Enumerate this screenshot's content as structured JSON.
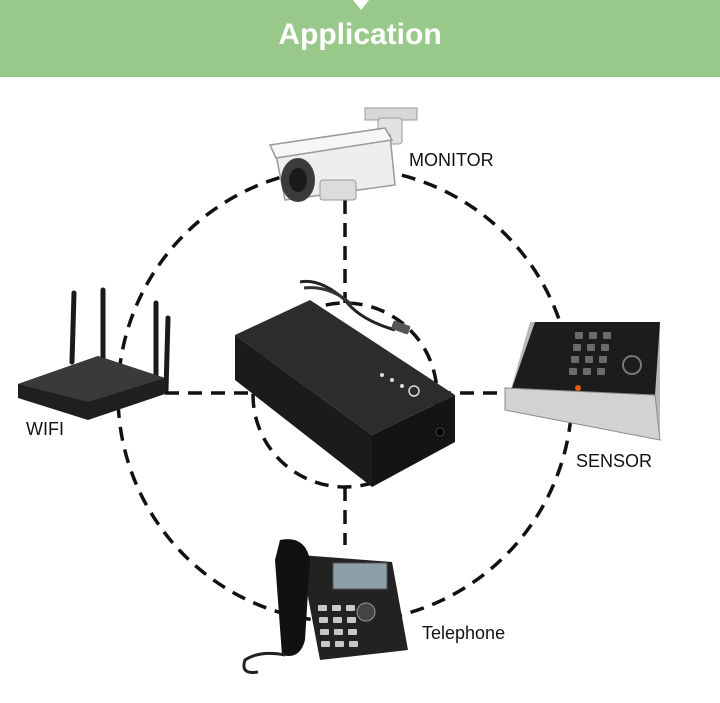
{
  "header": {
    "title": "Application"
  },
  "colors": {
    "header_bg": "#98c98b",
    "line": "#111111"
  },
  "devices": {
    "camera": {
      "label": "MONITOR",
      "icon": "security-camera-icon"
    },
    "router": {
      "label": "WIFI",
      "icon": "wifi-router-icon"
    },
    "keypad": {
      "label": "SENSOR",
      "icon": "access-keypad-icon"
    },
    "phone": {
      "label": "Telephone",
      "icon": "desk-phone-icon"
    },
    "center": {
      "icon": "power-supply-icon"
    }
  }
}
